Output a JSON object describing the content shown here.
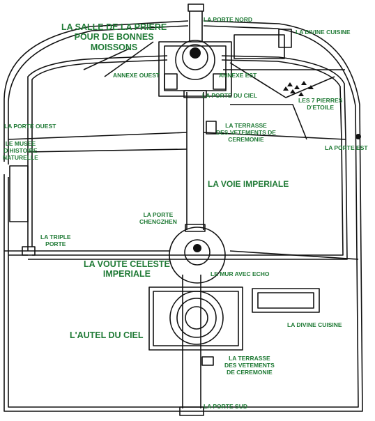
{
  "colors": {
    "ink": "#111111",
    "label": "#1f7a35",
    "background": "#ffffff"
  },
  "labels": {
    "hall_of_prayer": "LA SALLE DE LA PRIERE\nPOUR DE BONNES\nMOISSONS",
    "porte_nord": "LA PORTE NORD",
    "divine_cuisine_north": "LA DIVINE CUISINE",
    "annexe_ouest": "ANNEXE OUEST",
    "annexe_est": "ANNEXE EST",
    "porte_du_ciel": "LA PORTE DU CIEL",
    "seven_stones": "LES 7 PIERRES\nD'ETOILE",
    "porte_ouest": "LA PORTE OUEST",
    "terrasse_north": "LA TERRASSE\nDES VETEMENTS DE\nCEREMONIE",
    "porte_est": "LA PORTE EST",
    "musee": "LE MUSEE\nD'HISTOIRE\nNATURELLE",
    "voie_imperiale": "LA VOIE IMPERIALE",
    "porte_chengzhen": "LA PORTE\nCHENGZHEN",
    "triple_porte": "LA TRIPLE\nPORTE",
    "voute_celeste": "LA VOUTE CELESTE\nIMPERIALE",
    "mur_echo": "LE MUR AVEC ECHO",
    "divine_cuisine_south": "LA DIVINE CUISINE",
    "autel_du_ciel": "L'AUTEL DU CIEL",
    "terrasse_south": "LA TERRASSE\nDES VETEMENTS\nDE CEREMONIE",
    "porte_sud": "LA PORTE SUD"
  }
}
